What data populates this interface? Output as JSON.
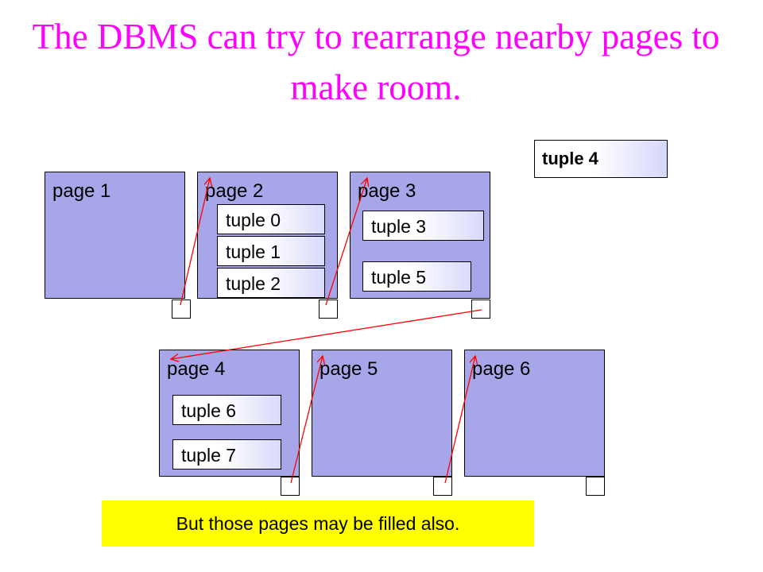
{
  "title": "The DBMS can try to rearrange nearby pages to make room.",
  "pages": [
    {
      "label": "page 1"
    },
    {
      "label": "page 2",
      "tuples": [
        "tuple 0",
        "tuple 1",
        "tuple 2"
      ]
    },
    {
      "label": "page 3",
      "tuples": [
        "tuple 3",
        "tuple 5"
      ]
    },
    {
      "label": "page 4",
      "tuples": [
        "tuple 6",
        "tuple 7"
      ]
    },
    {
      "label": "page 5"
    },
    {
      "label": "page 6"
    }
  ],
  "floating_tuple": "tuple 4",
  "note": "But those pages may be filled also.",
  "colors": {
    "title": "#ff00ff",
    "page_fill": "#a6a6e8",
    "arrow": "#ff0000",
    "note_fill": "#ffff00"
  }
}
